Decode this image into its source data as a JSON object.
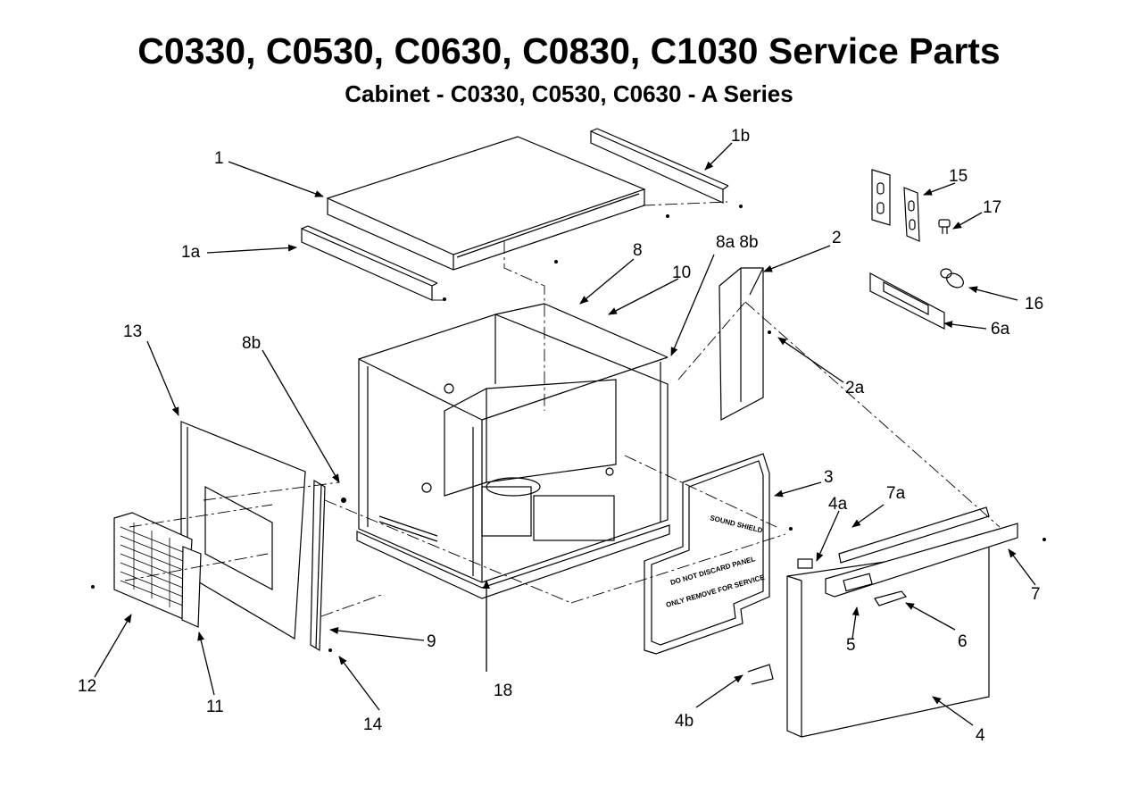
{
  "title": "C0330, C0530, C0630, C0830, C1030 Service Parts",
  "subtitle": "Cabinet - C0330, C0530, C0630 - A Series",
  "colors": {
    "line": "#000000",
    "background": "#ffffff"
  },
  "panel_text": {
    "sound_shield": "SOUND SHIELD",
    "do_not_discard": "DO NOT DISCARD PANEL",
    "only_remove": "ONLY REMOVE FOR SERVICE"
  },
  "callouts": {
    "c1": "1",
    "c1a": "1a",
    "c1b": "1b",
    "c2": "2",
    "c2a": "2a",
    "c3": "3",
    "c4": "4",
    "c4a": "4a",
    "c4b": "4b",
    "c5": "5",
    "c6": "6",
    "c6a": "6a",
    "c7": "7",
    "c7a": "7a",
    "c8": "8",
    "c8a8b": "8a 8b",
    "c8b": "8b",
    "c9": "9",
    "c10": "10",
    "c11": "11",
    "c12": "12",
    "c13": "13",
    "c14": "14",
    "c15": "15",
    "c16": "16",
    "c17": "17",
    "c18": "18"
  }
}
